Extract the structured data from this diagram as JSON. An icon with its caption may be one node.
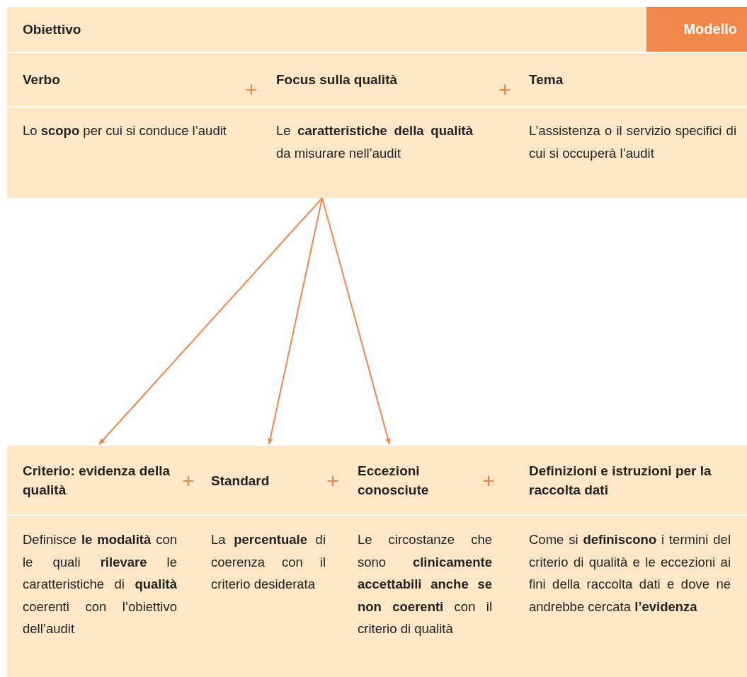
{
  "diagram": {
    "nodes": [
      {
        "text": [
          "Obiettivo"
        ]
      },
      {
        "text": [
          "Modello"
        ],
        "in": 0
      },
      {
        "text": [
          "Verbo",
          "Lo **scopo** per cui si conduce l’audit"
        ],
        "in": 0
      },
      {
        "text": [
          "Focus sulla qualità",
          "Le **caratteristiche della qualità** da misurare nell’audit"
        ],
        "in": 0
      },
      {
        "text": [
          "Tema",
          "L’assistenza o il servizio specifici di cui si occuperà l’audit"
        ],
        "in": 0
      },
      {
        "text": [
          "Criterio: evidenza della qualità",
          "Definisce **le modalità** con le quali **rilevare** le caratteristiche di **qualità** coerenti con l’obiettivo dell’audit"
        ]
      },
      {
        "text": [
          "Standard",
          "La **percentuale** di coerenza con il criterio desiderata"
        ]
      },
      {
        "text": [
          "Eccezioni conosciute",
          "Le circostanze che sono **clinicamente accettabili anche se non coerenti** con il criterio di qualità"
        ]
      },
      {
        "text": [
          "Definizioni e istruzioni per la raccolta dati",
          "Come si **definiscono** i termini del criterio di qualità e le eccezioni ai fini della raccolta dati e dove ne andrebbe cercata **l’evidenza**"
        ]
      }
    ],
    "edges": [
      {
        "from": 3,
        "to": 5,
        "arrow": "to"
      },
      {
        "from": 3,
        "to": 6,
        "arrow": "to"
      },
      {
        "from": 3,
        "to": 7,
        "arrow": "to"
      }
    ],
    "labels": [
      "+",
      "+",
      "+",
      "+",
      "+"
    ]
  }
}
